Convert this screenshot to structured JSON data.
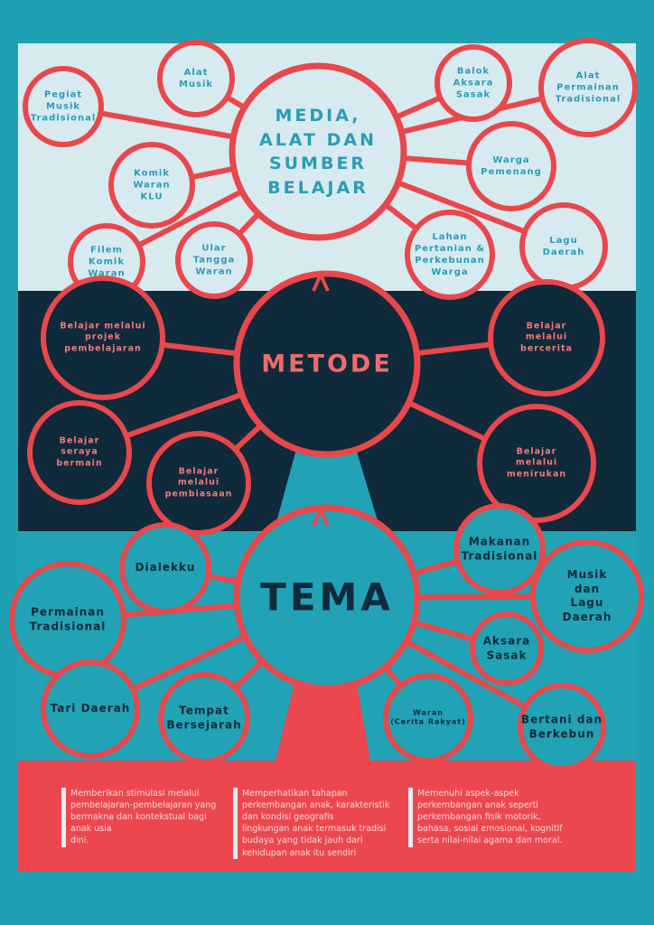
{
  "colors": {
    "page": "#1fa0b3",
    "top_bg": "#d7eaf0",
    "mid_bg": "#0f2a3a",
    "tema_bg": "#21a3b5",
    "bottom_bg": "#ec474f",
    "ring": "#e8474c"
  },
  "sections": [
    {
      "title": "MEDIA,\nALAT DAN\nSUMBER\nBELAJAR",
      "nodes": [
        "Pegiat\nMusik\nTradisional",
        "Alat\nMusik",
        "Komik\nWaran\nKLU",
        "Filem\nKomik\nWaran",
        "Ular\nTangga\nWaran",
        "Balok\nAksara\nSasak",
        "Alat\nPermainan\nTradisional",
        "Warga\nPemenang",
        "Lahan\nPertanian &\nPerkebunan\nWarga",
        "Lagu\nDaerah"
      ]
    },
    {
      "title": "METODE",
      "nodes": [
        "Belajar melalui\nprojek\npembelajaran",
        "Belajar\nseraya\nbermain",
        "Belajar\nmelalui\npembiasaan",
        "Belajar\nmelalui\nbercerita",
        "Belajar\nmelalui\nmenirukan"
      ]
    },
    {
      "title": "TEMA",
      "nodes": [
        "Dialekku",
        "Permainan\nTradisional",
        "Tari Daerah",
        "Tempat\nBersejarah",
        "Makanan\nTradisional",
        "Musik dan\nLagu Daerah",
        "Aksara\nSasak",
        "Waran\n(Cerita Rakyat)",
        "Bertani dan\nBerkebun"
      ]
    }
  ],
  "principles": [
    "Memberikan stimulasi melalui\npembelajaran-pembelajaran yang\nbermakna dan kontekstual bagi\nanak usia\ndini.",
    "Memperhatikan tahapan\nperkembangan anak, karakteristik\ndan kondisi geografis\nlingkungan anak termasuk tradisi\nbudaya yang tidak jauh dari\nkehidupan anak itu sendiri",
    "Memenuhi aspek-aspek\nperkembangan anak seperti\nperkembangan fisik motorik,\nbahasa, sosial emosional, kognitif\nserta nilai-nilai agama dan moral."
  ]
}
